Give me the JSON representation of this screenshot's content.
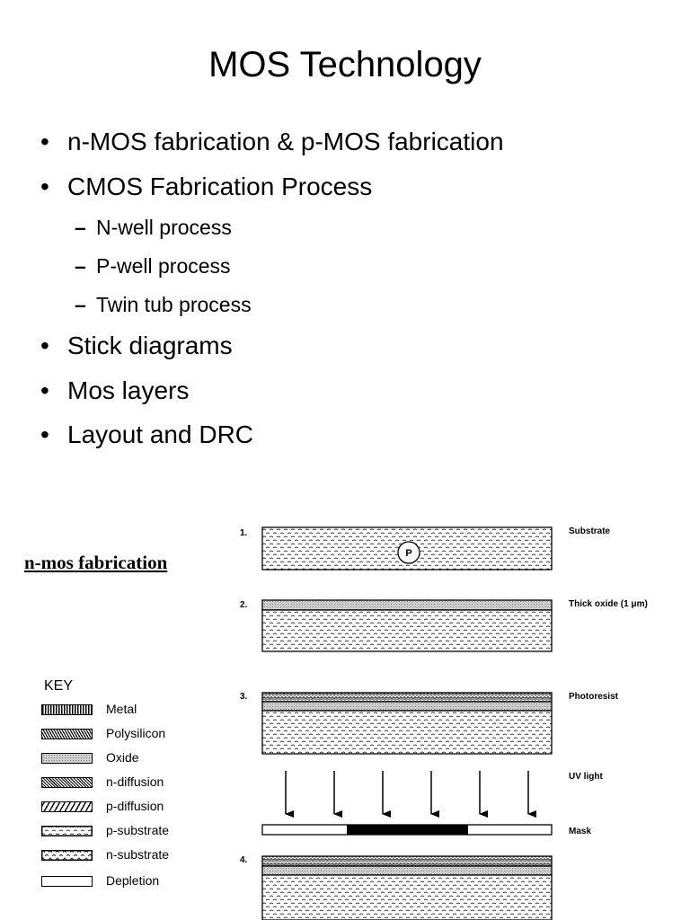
{
  "slide": {
    "title": "MOS Technology",
    "bullets": [
      "n-MOS fabrication & p-MOS fabrication",
      "CMOS Fabrication Process",
      "Stick diagrams",
      "Mos layers",
      "Layout  and DRC"
    ],
    "sub_bullets": [
      "N-well process",
      "P-well process",
      "Twin tub process"
    ],
    "bullet_glyph": "•",
    "dash_glyph": "–"
  },
  "figure": {
    "heading": "n-mos fabrication",
    "key": {
      "title": "KEY",
      "items": [
        {
          "label": "Metal",
          "pattern": "metal"
        },
        {
          "label": "Polysilicon",
          "pattern": "poly"
        },
        {
          "label": "Oxide",
          "pattern": "oxide"
        },
        {
          "label": "n-diffusion",
          "pattern": "ndiff"
        },
        {
          "label": "p-diffusion",
          "pattern": "pdiff"
        },
        {
          "label": "p-substrate",
          "pattern": "psub"
        },
        {
          "label": "n-substrate",
          "pattern": "nsub"
        },
        {
          "label": "Depletion",
          "pattern": "depletion"
        }
      ]
    },
    "steps": [
      {
        "num": "1.",
        "label": "Substrate",
        "marker": "P"
      },
      {
        "num": "2.",
        "label": "Thick oxide  (1 μm)"
      },
      {
        "num": "3.",
        "label": "Photoresist"
      },
      {
        "num": "4.",
        "label": ""
      }
    ],
    "uv_label": "UV light",
    "mask_label": "Mask",
    "colors": {
      "ink": "#000000",
      "paper": "#ffffff",
      "oxide_fill": "#cfcfcf"
    }
  }
}
